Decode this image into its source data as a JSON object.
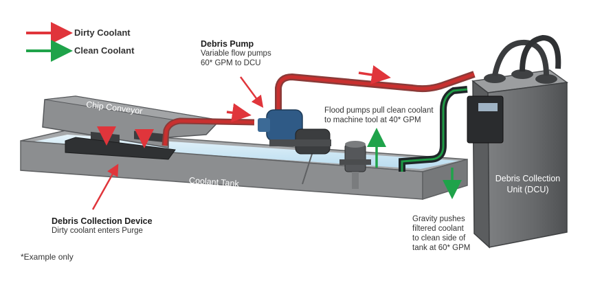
{
  "legend": {
    "dirty": {
      "label": "Dirty Coolant",
      "color": "#e0353b"
    },
    "clean": {
      "label": "Clean Coolant",
      "color": "#1fa34a"
    }
  },
  "components": {
    "chip_conveyor": "Chip Conveyor",
    "coolant_tank": "Coolant Tank",
    "dcu_line1": "Debris Collection",
    "dcu_line2": "Unit (DCU)"
  },
  "callouts": {
    "debris_pump": {
      "title": "Debris Pump",
      "line1": "Variable flow pumps",
      "line2": "60* GPM to DCU"
    },
    "flood_pumps": {
      "line1": "Flood pumps pull clean coolant",
      "line2": "to machine tool at 40* GPM"
    },
    "debris_device": {
      "title": "Debris Collection Device",
      "line1": "Dirty coolant enters Purge"
    },
    "gravity": {
      "line1": "Gravity pushes",
      "line2": "filtered coolant",
      "line3": "to clean side of",
      "line4": "tank at 60* GPM"
    }
  },
  "footnote": "*Example only",
  "colors": {
    "tank_wall": "#8c8e90",
    "tank_dark": "#5e6062",
    "water": "#cfe9f7",
    "pipe_red": "#c8302f",
    "pipe_green": "#1e9a45",
    "pump_blue": "#2f5a86",
    "dcu_body": "#6e7072",
    "controller": "#2a2c2e"
  }
}
